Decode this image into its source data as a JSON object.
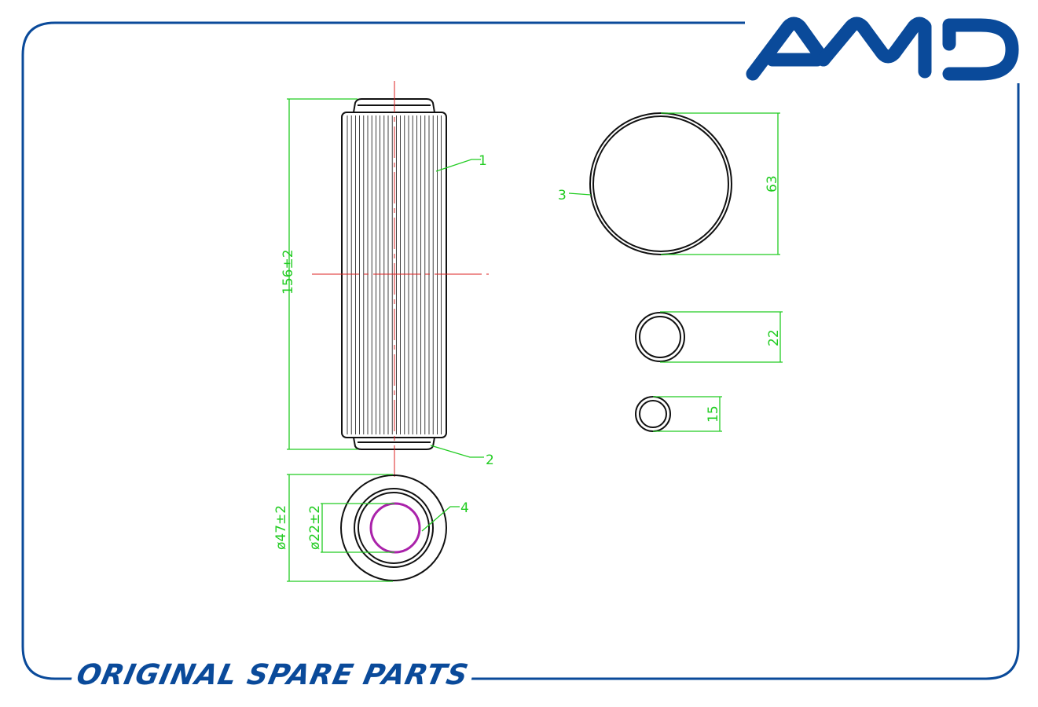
{
  "logo": {
    "text": "AMD"
  },
  "footer": {
    "text": "ORIGINAL SPARE PARTS"
  },
  "colors": {
    "brand": "#0a4a9a",
    "dimension": "#22cc22",
    "centerline": "#dd2222",
    "seal": "#aa22aa",
    "outline": "#111111"
  },
  "dimensions": {
    "length": "156±2",
    "outer_diameter": "ø47±2",
    "inner_diameter": "ø22±2",
    "ring_3": "63",
    "ring_22": "22",
    "ring_15": "15"
  },
  "callouts": {
    "c1": "1",
    "c2": "2",
    "c3": "3",
    "c4": "4"
  }
}
